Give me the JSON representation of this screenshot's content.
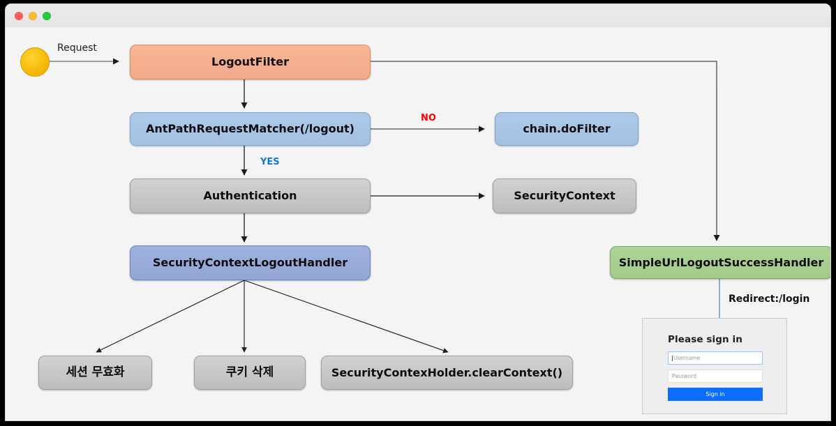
{
  "window": {
    "traffic_lights": [
      "close",
      "minimize",
      "maximize"
    ]
  },
  "diagram": {
    "start_node": {
      "name": "start",
      "label": ""
    },
    "nodes": [
      {
        "id": "logout-filter",
        "label": "LogoutFilter",
        "color": "#f2a98a"
      },
      {
        "id": "ant-path-request-matcher",
        "label": "AntPathRequestMatcher(/logout)",
        "color": "#a3c1e4"
      },
      {
        "id": "chain-dofilter",
        "label": "chain.doFilter",
        "color": "#a3c1e4"
      },
      {
        "id": "authentication",
        "label": "Authentication",
        "color": "#bdbdbd"
      },
      {
        "id": "security-context",
        "label": "SecurityContext",
        "color": "#bdbdbd"
      },
      {
        "id": "security-context-logout-handler",
        "label": "SecurityContextLogoutHandler",
        "color": "#92a5d6"
      },
      {
        "id": "simple-url-logout-success-handler",
        "label": "SimpleUrlLogoutSuccessHandler",
        "color": "#a2cb89"
      },
      {
        "id": "session-invalidate",
        "label": "세션 무효화",
        "color": "#bdbdbd"
      },
      {
        "id": "cookie-delete",
        "label": "쿠키 삭제",
        "color": "#bdbdbd"
      },
      {
        "id": "clear-context",
        "label": "SecurityContexHolder.clearContext()",
        "color": "#bdbdbd"
      }
    ],
    "edge_labels": [
      {
        "id": "request",
        "text": "Request",
        "color": "#222222"
      },
      {
        "id": "no",
        "text": "NO",
        "color": "#ff0000"
      },
      {
        "id": "yes",
        "text": "YES",
        "color": "#1878bf"
      },
      {
        "id": "redirect",
        "text": "Redirect:/login",
        "color": "#111111"
      }
    ]
  },
  "login_form": {
    "title": "Please sign in",
    "username_placeholder": "Username",
    "password_placeholder": "Password",
    "submit_label": "Sign in",
    "accent": "#0d6efd"
  }
}
